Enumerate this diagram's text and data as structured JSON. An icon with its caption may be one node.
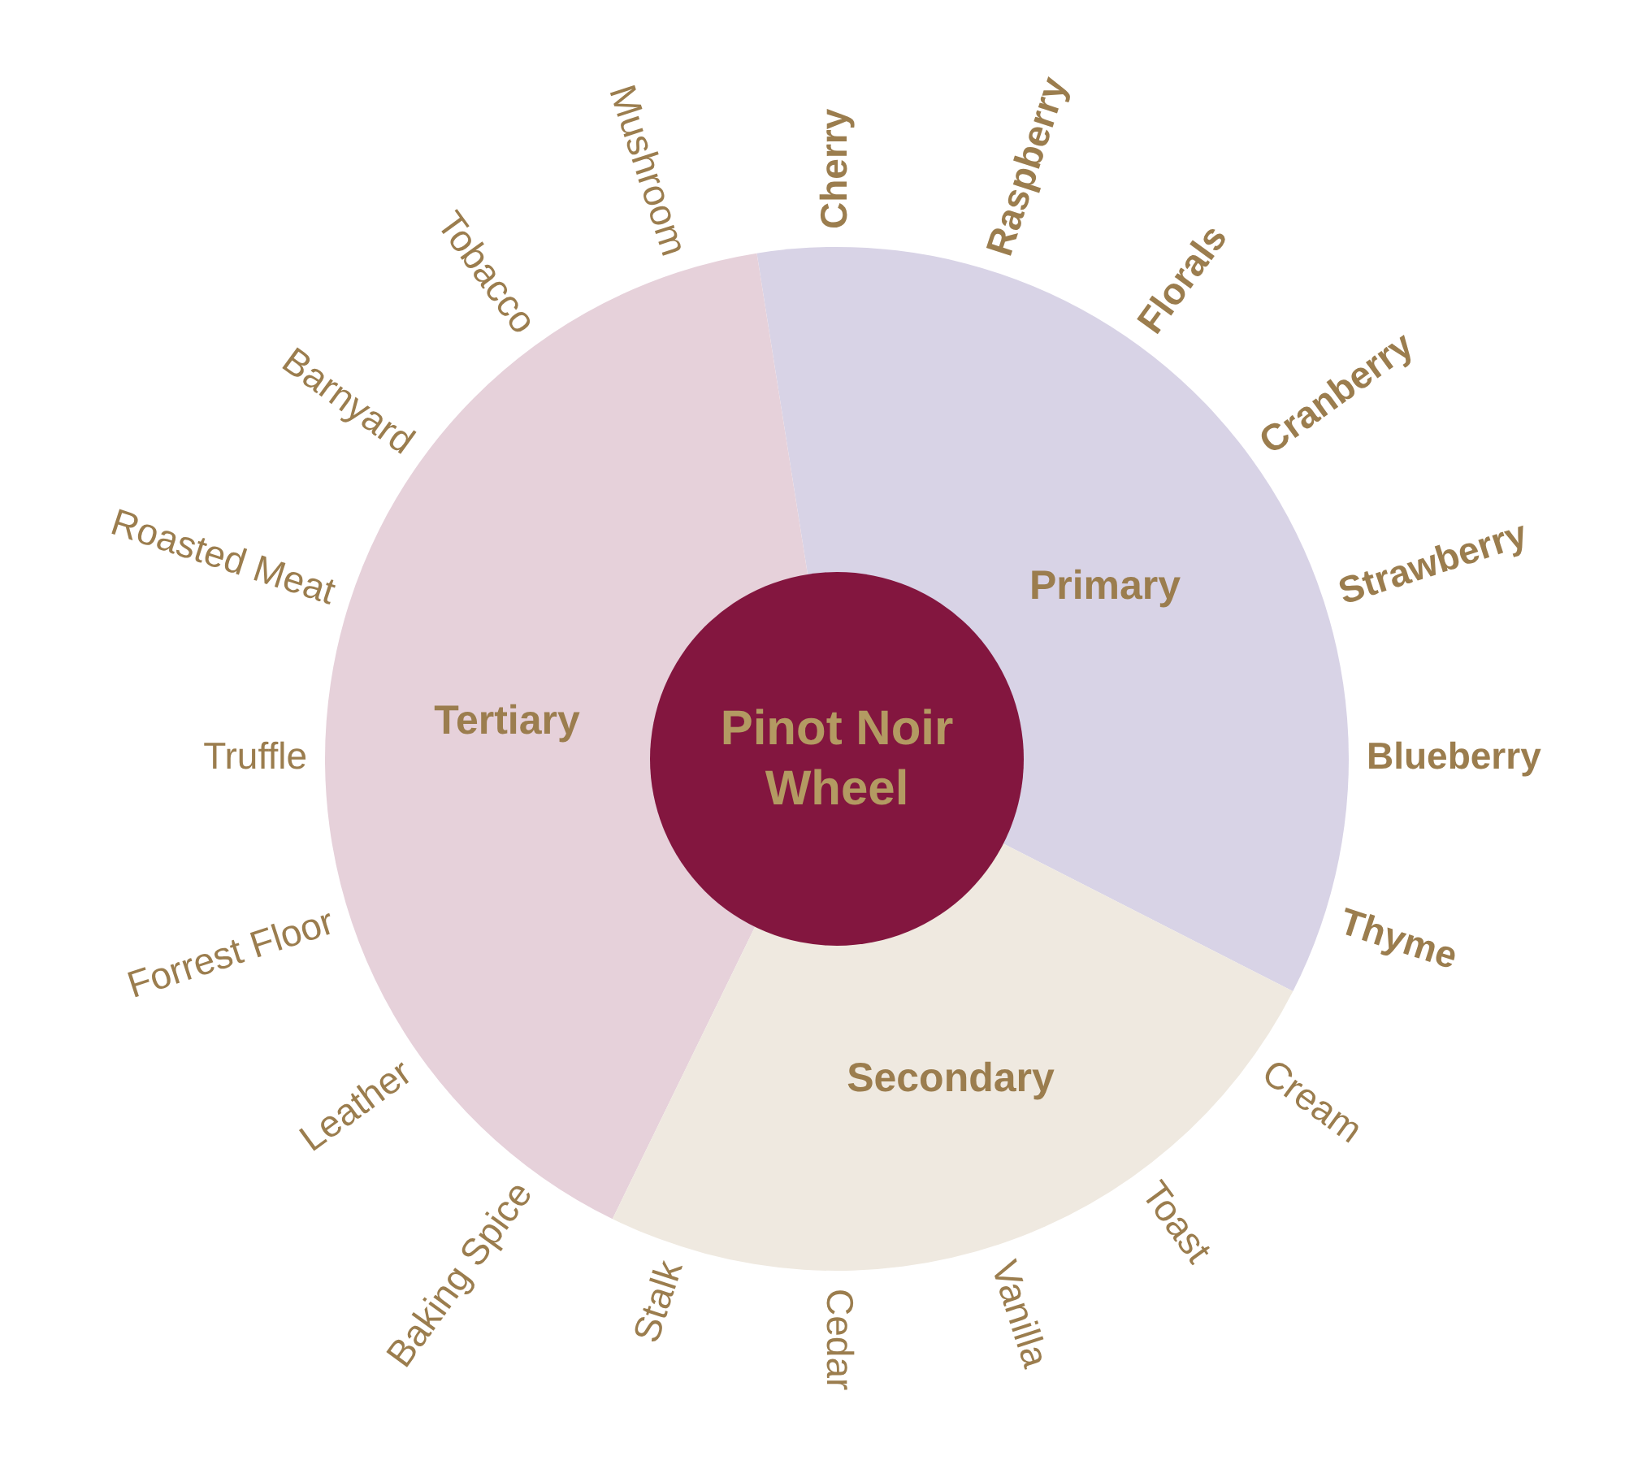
{
  "diagram": {
    "nodes": [
      {
        "text": [
          "Pinot Noir Wheel"
        ]
      },
      {
        "text": [
          "Primary"
        ],
        "beside": [
          "Cherry",
          "Raspberry",
          "Florals",
          "Cranberry",
          "Strawberry",
          "Blueberry",
          "Thyme"
        ]
      },
      {
        "text": [
          "Tertiary"
        ],
        "beside": [
          "Baking Spice",
          "Leather",
          "Forrest Floor",
          "Truffle",
          "Roasted Meat",
          "Barnyard",
          "Tobacco",
          "Mushroom"
        ]
      },
      {
        "text": [
          "Secondary"
        ],
        "beside": [
          "Cream",
          "Toast",
          "Vanilla",
          "Cedar",
          "Stalk"
        ]
      }
    ]
  }
}
